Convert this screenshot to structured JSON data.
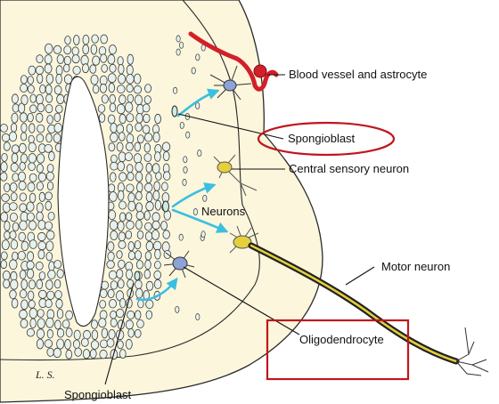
{
  "labels": {
    "blood_vessel": "Blood vessel and astrocyte",
    "spongioblast_top": "Spongioblast",
    "central_sensory": "Central sensory neuron",
    "neurons": "Neurons",
    "motor_neuron": "Motor neuron",
    "oligodendrocyte": "Oligodendrocyte",
    "spongioblast_bottom": "Spongioblast"
  },
  "signature": "L. S.",
  "colors": {
    "tissue": "#fbf6dc",
    "outline": "#2a2a2a",
    "cell_fill": "#e8f1ec",
    "arrow": "#3bbfe0",
    "highlight": "#c0161d",
    "vessel": "#d21f2a",
    "neuron_yellow": "#e5cf3a",
    "glia_blue": "#8ea2d8"
  }
}
